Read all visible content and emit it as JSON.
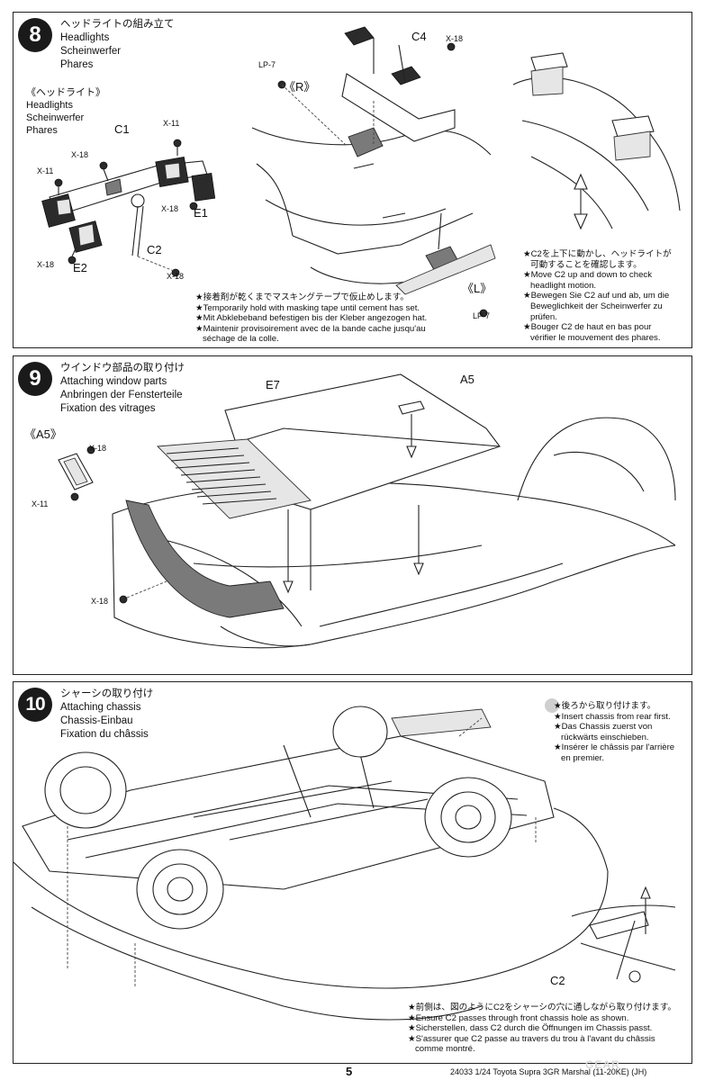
{
  "steps": [
    {
      "number": "8",
      "title": {
        "ja": "ヘッドライトの組み立て",
        "en": "Headlights",
        "de": "Scheinwerfer",
        "fr": "Phares"
      },
      "subassembly": {
        "ja": "《ヘッドライト》",
        "en": "Headlights",
        "de": "Scheinwerfer",
        "fr": "Phares"
      },
      "labels": {
        "c1": "C1",
        "x11_top": "X-11",
        "x18_left": "X-18",
        "x11_left": "X-11",
        "x18_right": "X-18",
        "e1": "E1",
        "e2": "E2",
        "x18_bottom": "X-18",
        "c2": "C2",
        "x18_c2": "X-18",
        "c4": "C4",
        "x18_c4": "X-18",
        "lp7_top": "LP-7",
        "r": "《R》",
        "l": "《L》",
        "lp7_bottom": "LP-7"
      },
      "note_tape": [
        "★接着剤が乾くまでマスキングテープで仮止めします。",
        "★Temporarily hold with masking tape until cement has set.",
        "★Mit Abklebeband befestigen bis der Kleber angezogen hat.",
        "★Maintenir provisoirement avec de la bande cache jusqu'au",
        "séchage de la colle."
      ],
      "note_move": [
        "★C2を上下に動かし、ヘッドライトが",
        "可動することを確認します。",
        "★Move C2 up and down to check",
        "headlight motion.",
        "★Bewegen Sie C2 auf und ab, um die",
        "Beweglichkeit der Scheinwerfer zu",
        "prüfen.",
        "★Bouger C2 de haut en bas pour",
        "vérifier le mouvement des phares."
      ]
    },
    {
      "number": "9",
      "title": {
        "ja": "ウインドウ部品の取り付け",
        "en": "Attaching window parts",
        "de": "Anbringen der Fensterteile",
        "fr": "Fixation des vitrages"
      },
      "labels": {
        "e7": "E7",
        "a5": "A5",
        "a5_sub": "《A5》",
        "x18_a": "X-18",
        "x11_a": "X-11",
        "x18_body": "X-18"
      }
    },
    {
      "number": "10",
      "title": {
        "ja": "シャーシの取り付け",
        "en": "Attaching chassis",
        "de": "Chassis-Einbau",
        "fr": "Fixation du châssis"
      },
      "labels": {
        "c2": "C2"
      },
      "note_rear": [
        "★後ろから取り付けます。",
        "★Insert chassis from rear first.",
        "★Das Chassis zuerst von",
        "rückwärts einschieben.",
        "★Insérer le châssis par l'arrière",
        "en premier."
      ],
      "note_front": [
        "★前側は、図のようにC2をシャーシの穴に通しながら取り付けます。",
        "★Ensure C2 passes through front chassis hole as shown.",
        "★Sicherstellen, dass C2 durch die Öffnungen im Chassis passt.",
        "★S'assurer que C2 passe au travers du trou à l'avant du châssis",
        "comme montré."
      ]
    }
  ],
  "footer": {
    "page_number": "5",
    "code": "24033  1/24 Toyota Supra 3GR Marshal (11-20KE) (JH)"
  },
  "watermark": "GEAR"
}
